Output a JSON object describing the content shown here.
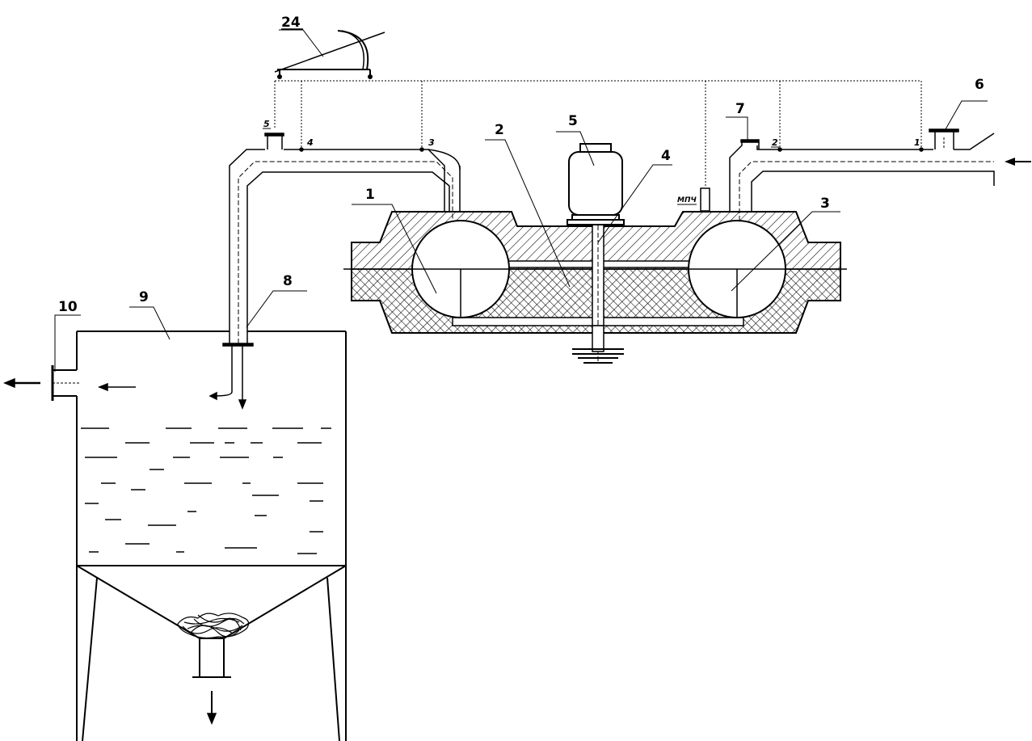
{
  "labels": {
    "l1": "1",
    "l2": "2",
    "l3": "3",
    "l4": "4",
    "l5": "5",
    "l6": "6",
    "l7": "7",
    "l8": "8",
    "l9": "9",
    "l10": "10",
    "l24": "24"
  },
  "taps": {
    "t1": "1",
    "t2": "2",
    "t3": "3",
    "t4": "4",
    "t5": "5"
  },
  "gauge_label": "MПЧ",
  "colors": {
    "line": "#000000",
    "background": "#ffffff"
  }
}
